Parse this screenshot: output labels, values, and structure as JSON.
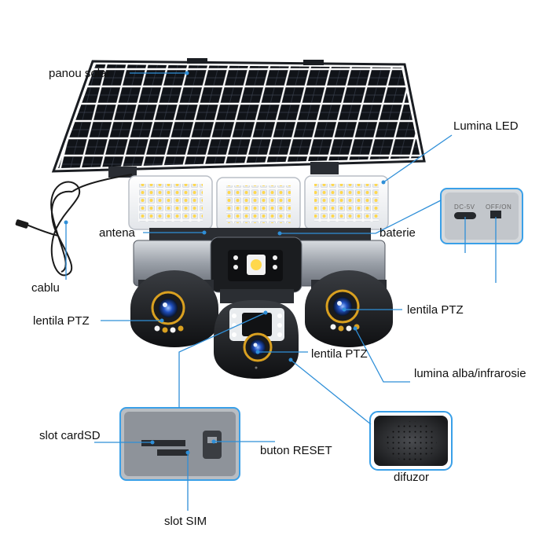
{
  "labels": {
    "solar_panel": "panou solar",
    "led_light": "Lumina LED",
    "antenna": "antena",
    "battery": "baterie",
    "cable": "cablu",
    "ptz_lens_left": "lentila PTZ",
    "ptz_lens_right": "lentila PTZ",
    "ptz_lens_center": "lentila PTZ",
    "white_ir_light": "lumina alba/infrarosie",
    "sd_slot": "slot cardSD",
    "reset_button": "buton RESET",
    "sim_slot": "slot SIM",
    "speaker": "difuzor"
  },
  "port_panel": {
    "dc_label": "DC-5V",
    "switch_label": "OFF/ON"
  },
  "colors": {
    "leader_line": "#2f8fd8",
    "inset_border": "#3aa0e8",
    "led_white": "#f4f4f4",
    "lens_ring": "#d9a020",
    "lens_core": "#1f4fbf"
  }
}
